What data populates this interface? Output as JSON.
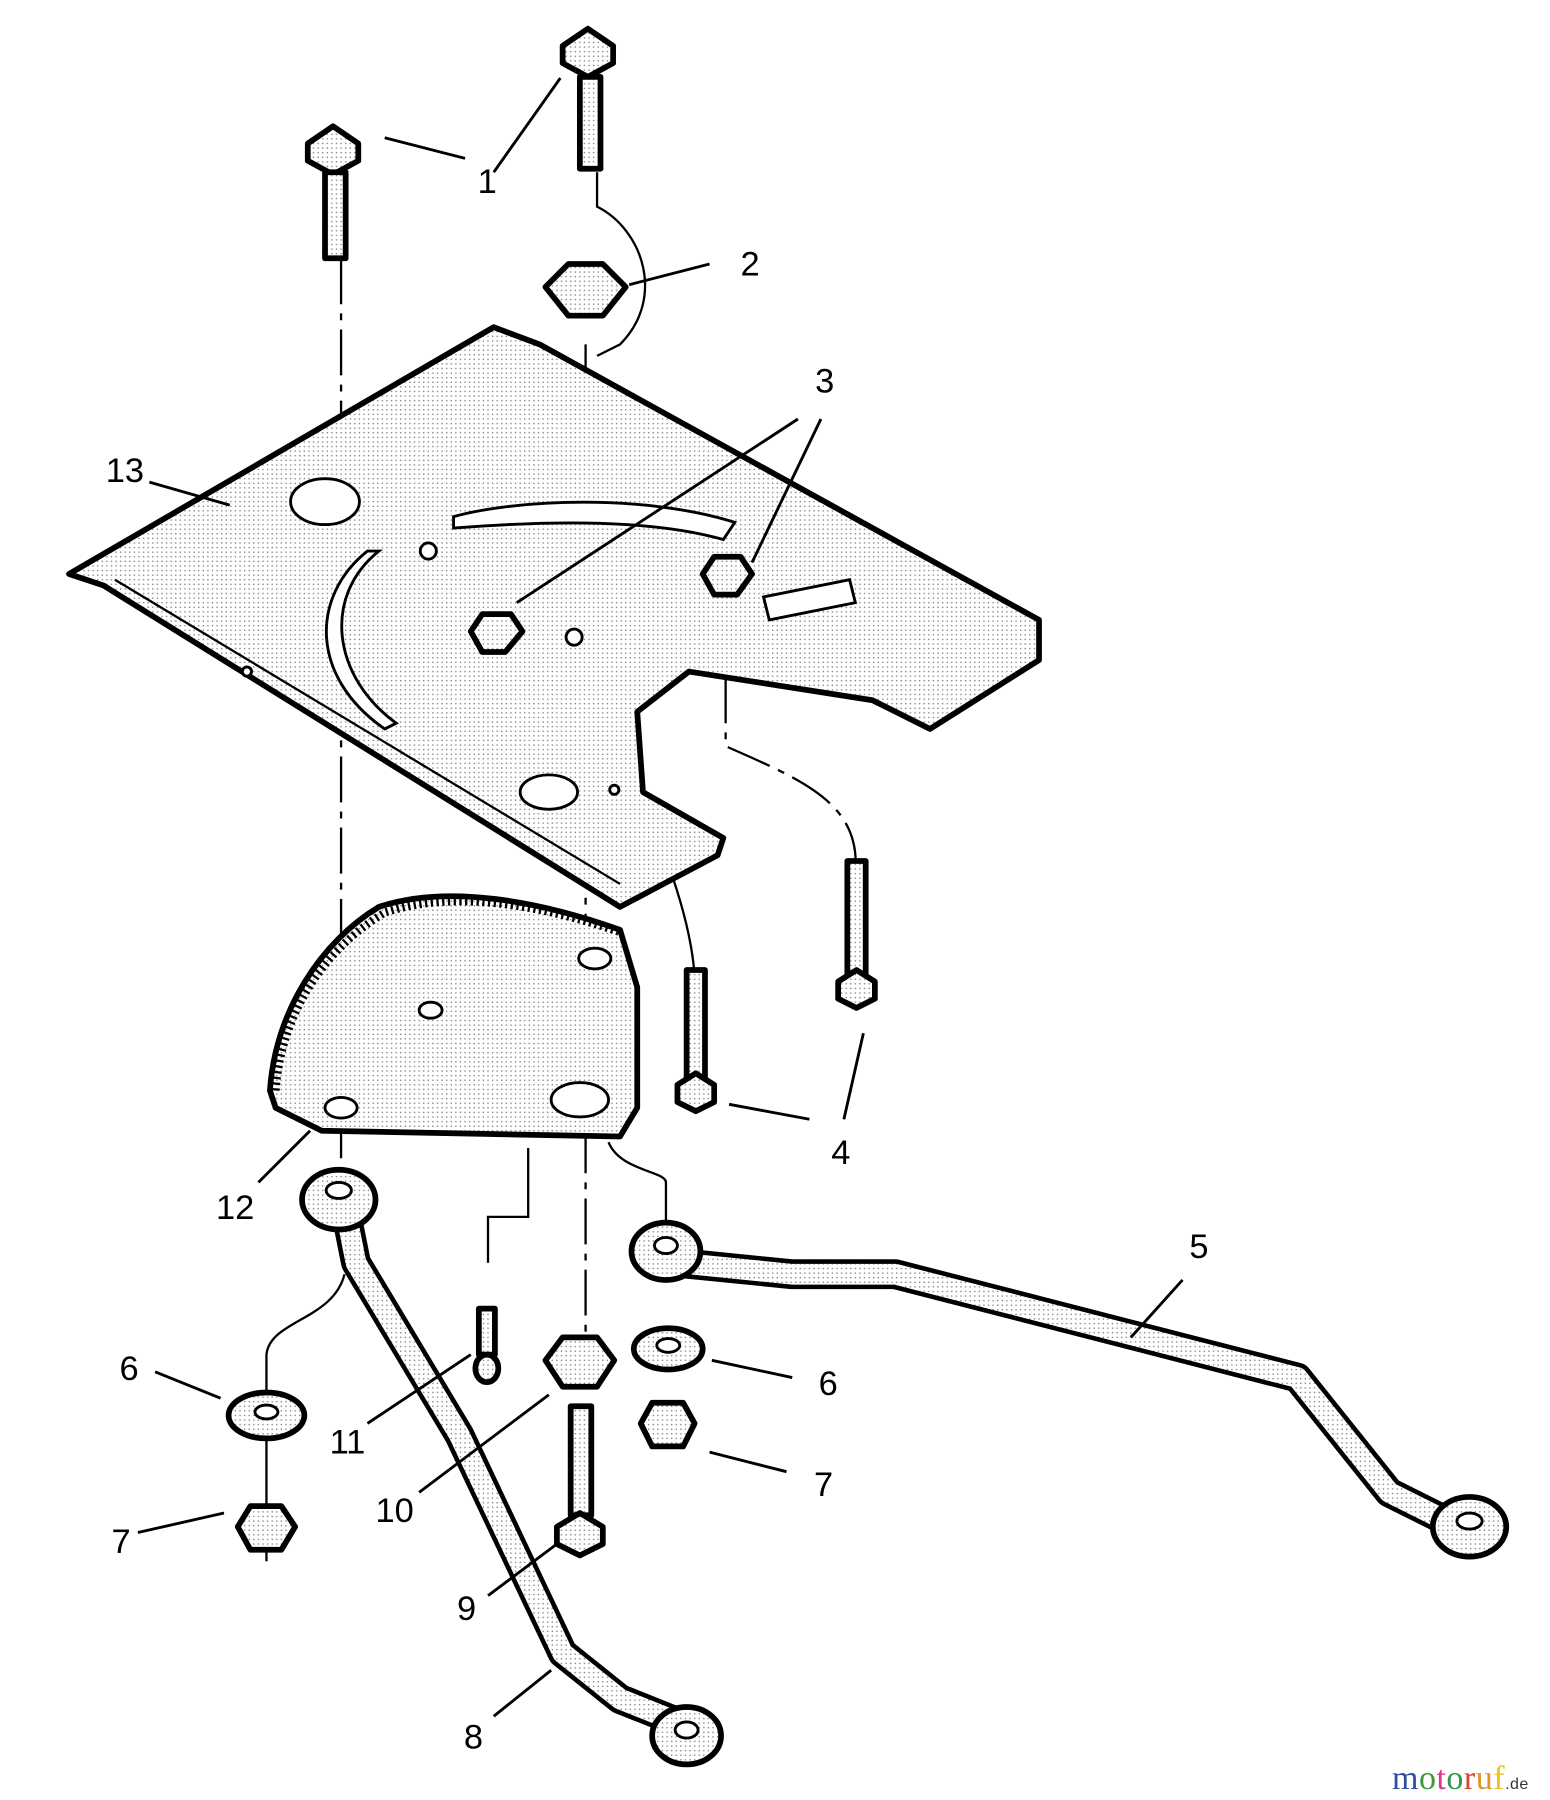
{
  "diagram": {
    "callouts": {
      "c1": "1",
      "c2": "2",
      "c3": "3",
      "c4": "4",
      "c5": "5",
      "c6a": "6",
      "c6b": "6",
      "c7a": "7",
      "c7b": "7",
      "c8": "8",
      "c9": "9",
      "c10": "10",
      "c11": "11",
      "c12": "12",
      "c13": "13"
    }
  },
  "watermark": {
    "text": "motoruf",
    "suffix": ".de",
    "letter_colors": [
      "#2e4fa0",
      "#3b9b3b",
      "#d83a8a",
      "#2e9a4a",
      "#d9432a",
      "#e0912a",
      "#e8c21e"
    ]
  }
}
